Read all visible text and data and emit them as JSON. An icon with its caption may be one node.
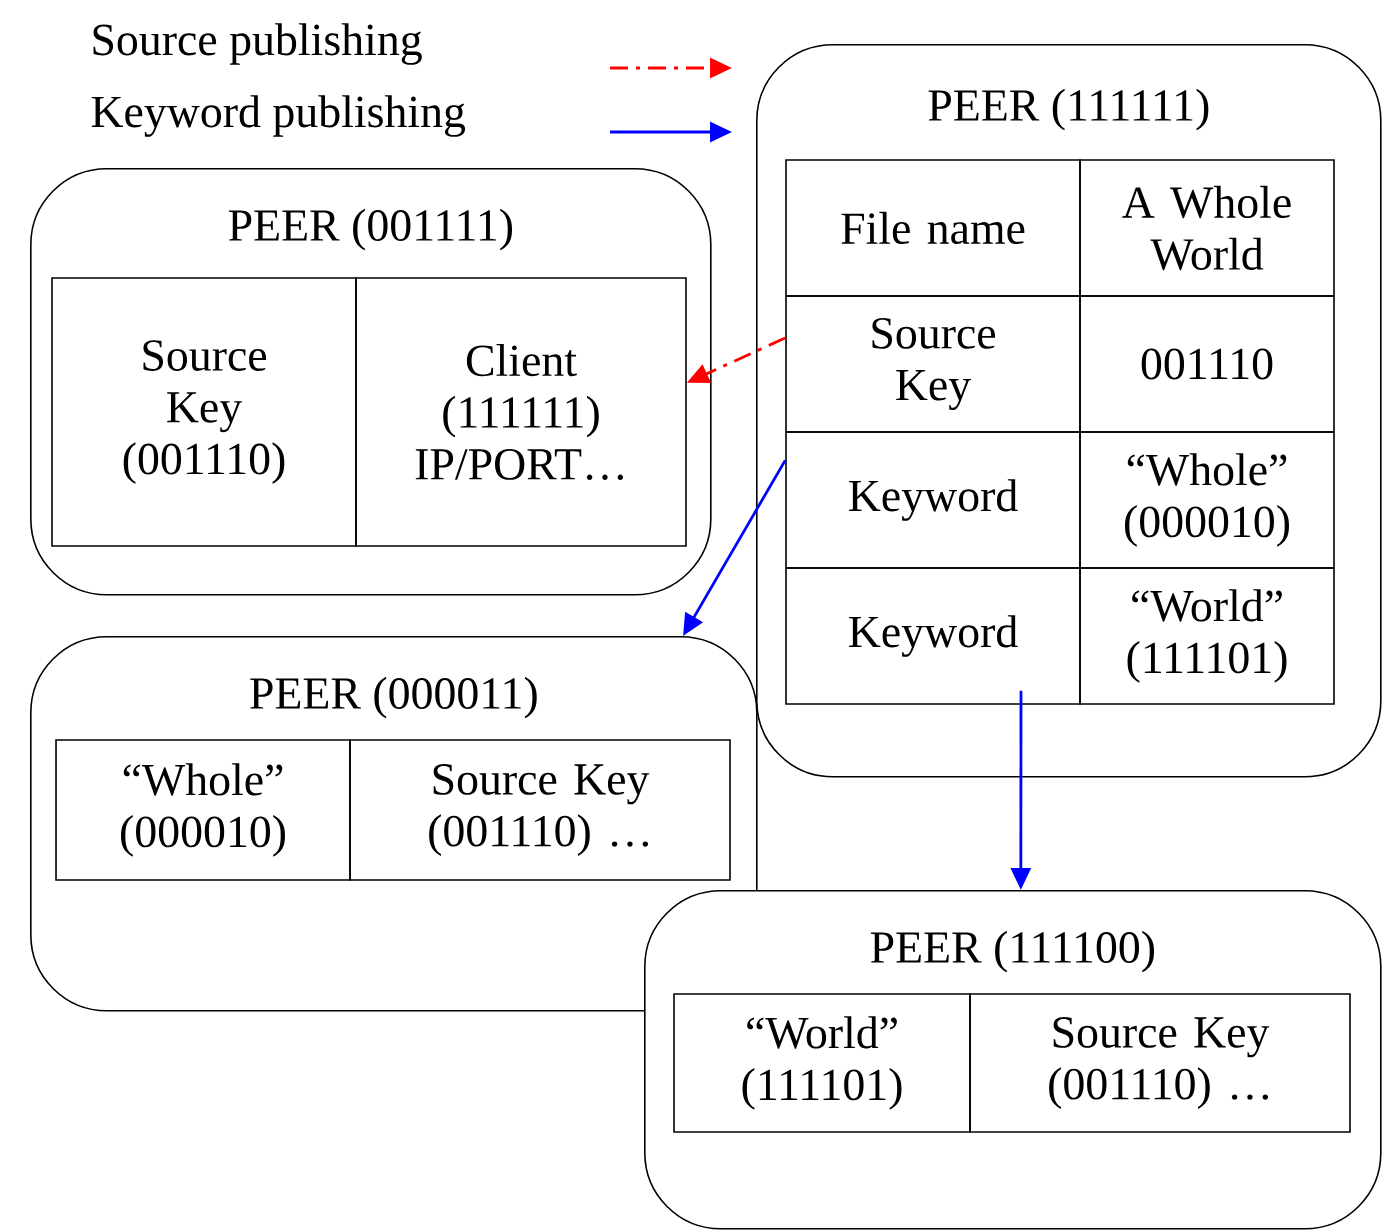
{
  "diagram": {
    "nodes": [
      {
        "text": [
          "PEER (111111)"
        ]
      },
      {
        "text": [
          "File name"
        ],
        "in": 0
      },
      {
        "text": [
          "A Whole World"
        ],
        "in": 0
      },
      {
        "text": [
          "Source Key"
        ],
        "in": 0
      },
      {
        "text": [
          "001110"
        ],
        "in": 0
      },
      {
        "text": [
          "Keyword"
        ],
        "in": 0
      },
      {
        "text": [
          "“Whole” (000010)"
        ],
        "in": 0
      },
      {
        "text": [
          "Keyword"
        ],
        "in": 0
      },
      {
        "text": [
          "“World” (111101)"
        ],
        "in": 0
      },
      {
        "text": [
          "PEER (001111)"
        ]
      },
      {
        "text": [
          "Source Key (001110)"
        ],
        "in": 9
      },
      {
        "text": [
          "Client (111111) IP/PORT…"
        ],
        "in": 9
      },
      {
        "text": [
          "PEER (000011)"
        ]
      },
      {
        "text": [
          "“Whole” (000010)"
        ],
        "in": 12
      },
      {
        "text": [
          "Source Key (001110) …"
        ],
        "in": 12
      },
      {
        "text": [
          "PEER  (111100)"
        ]
      },
      {
        "text": [
          "“World” (111101)"
        ],
        "in": 15
      },
      {
        "text": [
          "Source Key (001110) …"
        ],
        "in": 15
      }
    ],
    "edges": [
      {
        "from": 3,
        "to": 11,
        "arrow": "to",
        "style": "dashed",
        "color": "#ff0000"
      },
      {
        "from": 5,
        "to": 12,
        "arrow": "to",
        "color": "#0000ff"
      },
      {
        "from": 7,
        "to": 15,
        "arrow": "to",
        "color": "#0000ff"
      }
    ],
    "legend": [
      {
        "text": "Source publishing"
      },
      {
        "text": "Keyword publishing"
      }
    ]
  }
}
